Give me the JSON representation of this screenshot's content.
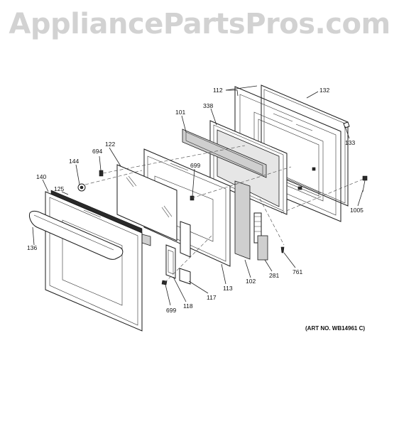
{
  "watermark": "AppliancePartsPros.com",
  "art_number": "(ART NO. WB14961 C)",
  "callouts": [
    {
      "id": "112",
      "label": "112"
    },
    {
      "id": "132",
      "label": "132"
    },
    {
      "id": "338",
      "label": "338"
    },
    {
      "id": "101",
      "label": "101"
    },
    {
      "id": "133",
      "label": "133"
    },
    {
      "id": "122",
      "label": "122"
    },
    {
      "id": "694",
      "label": "694"
    },
    {
      "id": "699a",
      "label": "699"
    },
    {
      "id": "144",
      "label": "144"
    },
    {
      "id": "140",
      "label": "140"
    },
    {
      "id": "125",
      "label": "125"
    },
    {
      "id": "1005",
      "label": "1005"
    },
    {
      "id": "136",
      "label": "136"
    },
    {
      "id": "761",
      "label": "761"
    },
    {
      "id": "281",
      "label": "281"
    },
    {
      "id": "102",
      "label": "102"
    },
    {
      "id": "113",
      "label": "113"
    },
    {
      "id": "117",
      "label": "117"
    },
    {
      "id": "118",
      "label": "118"
    },
    {
      "id": "699b",
      "label": "699"
    }
  ]
}
